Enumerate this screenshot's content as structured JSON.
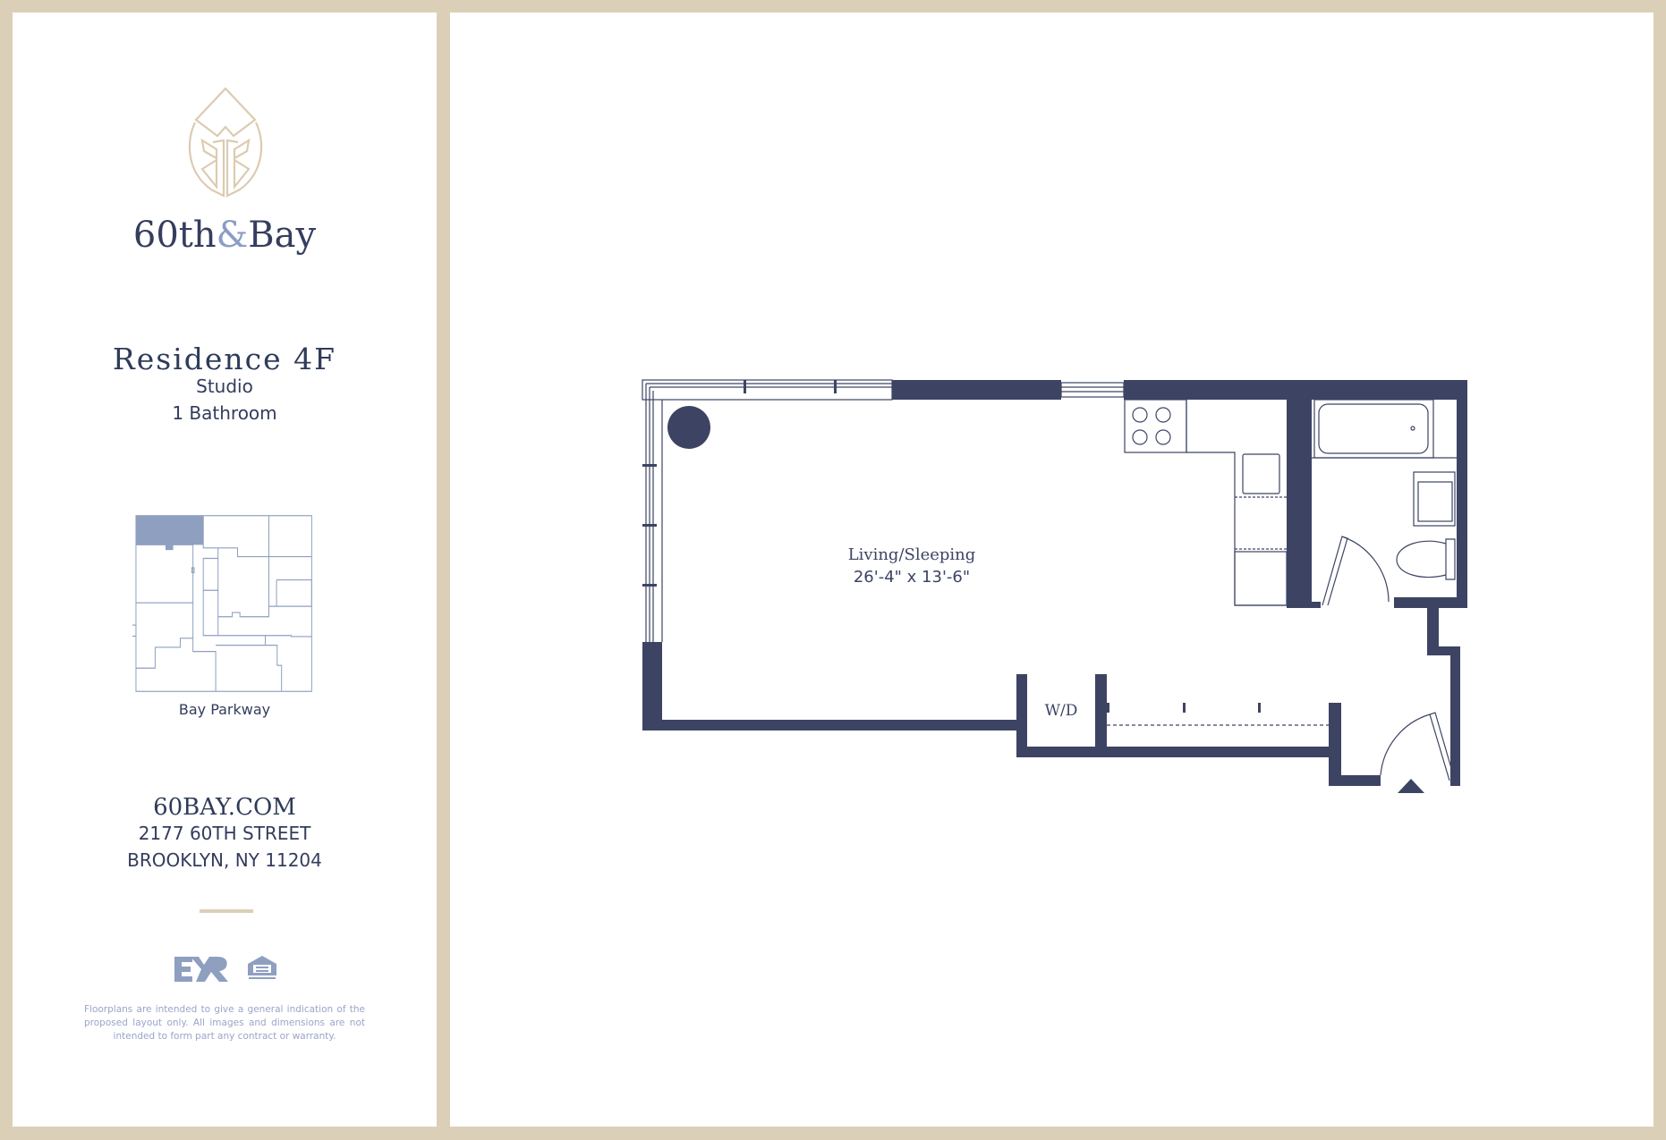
{
  "brand": {
    "name_part1": "60th",
    "name_amp": "&",
    "name_part2": "Bay",
    "logo_icon": "leaf-building-logo-icon"
  },
  "unit": {
    "title": "Residence 4F",
    "type": "Studio",
    "bathrooms": "1 Bathroom"
  },
  "keyplan": {
    "street_label": "Bay Parkway",
    "highlighted_unit": "4F"
  },
  "contact": {
    "website": "60BAY.COM",
    "address_line1": "2177 60TH STREET",
    "address_line2": "BROOKLYN, NY 11204"
  },
  "logos": {
    "broker": "EXR",
    "equal_housing": "Equal Housing Opportunity"
  },
  "disclaimer": "Floorplans are intended to give a general indication of the proposed layout only. All images and dimensions are not intended to form part any contract or warranty.",
  "floorplan": {
    "rooms": [
      {
        "name": "Living/Sleeping",
        "dimensions": "26'-4\" x 13'-6\""
      }
    ],
    "closet_label": "W/D",
    "entry_icon": "entry-triangle-icon"
  },
  "colors": {
    "frame": "#dccfb8",
    "navy": "#3d4463",
    "keyplan_blue": "#8e9fc0",
    "accent_light": "#8a9dc4"
  }
}
